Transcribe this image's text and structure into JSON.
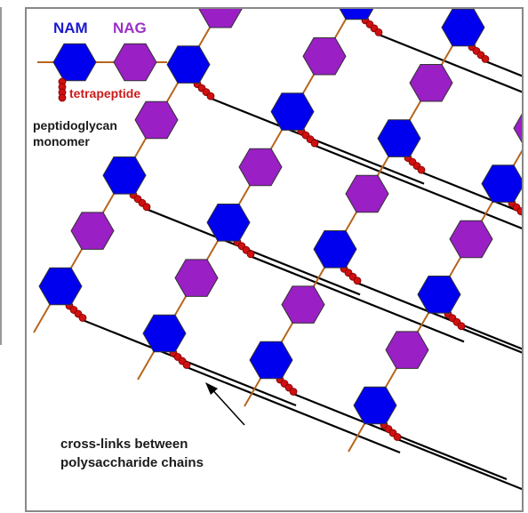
{
  "legend": {
    "nam_label": "NAM",
    "nag_label": "NAG",
    "tetrapeptide_label": "tetrapeptide",
    "monomer_label_line1": "peptidoglycan",
    "monomer_label_line2": "monomer"
  },
  "annotation": {
    "crosslink_line1": "cross-links between",
    "crosslink_line2": "polysaccharide chains"
  },
  "colors": {
    "nam": "#0000ee",
    "nag": "#9a1fc4",
    "peptide": "#d01010",
    "chain": "#b5651d",
    "crosslink": "#000000",
    "label_nam": "#1a1acc",
    "label_nag": "#9b30c8",
    "label_tetrapeptide": "#cc1a1a"
  }
}
